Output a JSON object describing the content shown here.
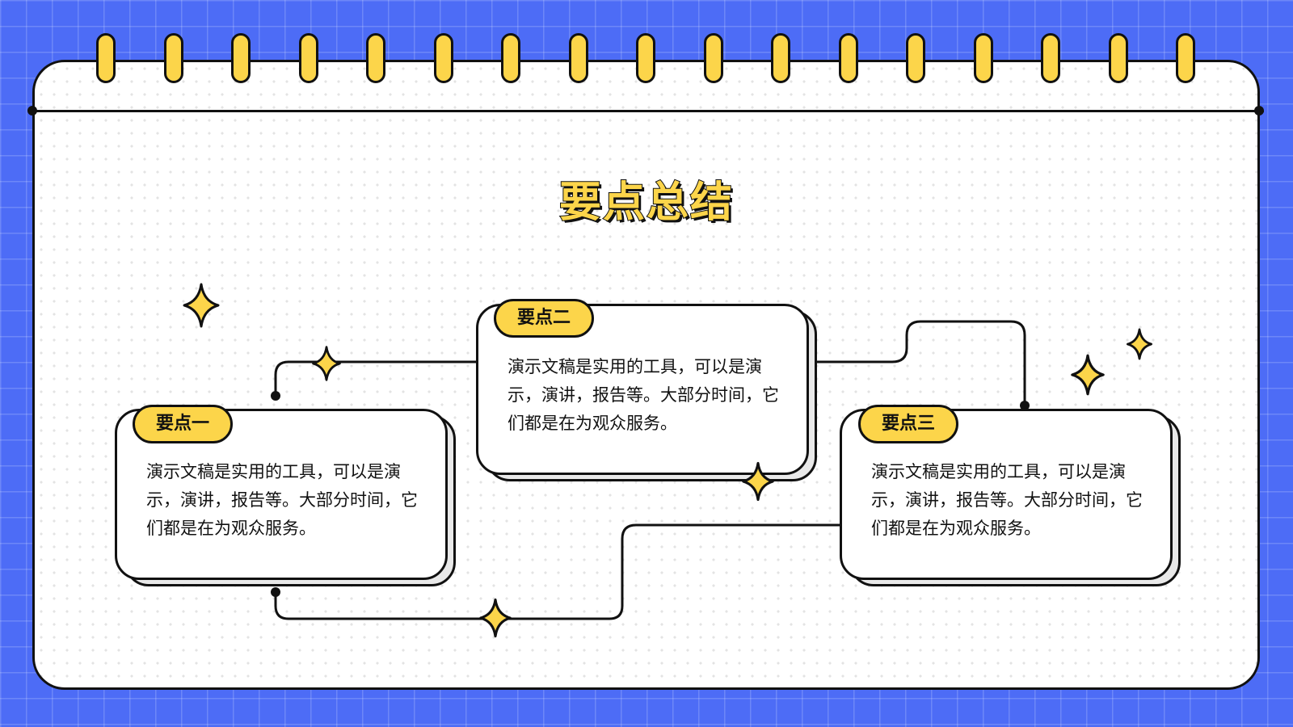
{
  "slide": {
    "title": "要点总结"
  },
  "points": [
    {
      "label": "要点一",
      "body": "演示文稿是实用的工具，可以是演示，演讲，报告等。大部分时间，它们都是在为观众服务。"
    },
    {
      "label": "要点二",
      "body": "演示文稿是实用的工具，可以是演示，演讲，报告等。大部分时间，它们都是在为观众服务。"
    },
    {
      "label": "要点三",
      "body": "演示文稿是实用的工具，可以是演示，演讲，报告等。大部分时间，它们都是在为观众服务。"
    }
  ],
  "colors": {
    "background": "#4d6cf6",
    "accent": "#fcd54a",
    "outline": "#111111"
  },
  "decorations": {
    "binder": "spiral-binder-rings",
    "sparkle": "four-point-star-icon"
  }
}
